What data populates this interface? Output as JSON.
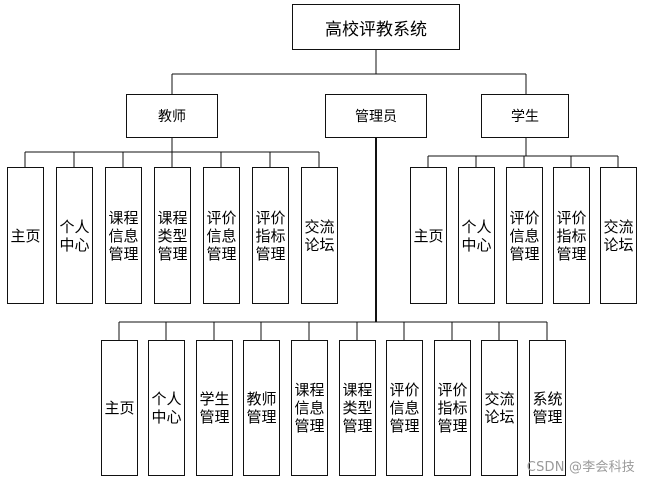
{
  "root": "高校评教系统",
  "roles": {
    "teacher": "教师",
    "admin": "管理员",
    "student": "学生"
  },
  "teacher_modules": [
    "主页",
    "个人中心",
    "课程信息管理",
    "课程类型管理",
    "评价信息管理",
    "评价指标管理",
    "交流论坛"
  ],
  "student_modules": [
    "主页",
    "个人中心",
    "评价信息管理",
    "评价指标管理",
    "交流论坛"
  ],
  "admin_modules": [
    "主页",
    "个人中心",
    "学生管理",
    "教师管理",
    "课程信息管理",
    "课程类型管理",
    "评价信息管理",
    "评价指标管理",
    "交流论坛",
    "系统管理"
  ],
  "watermark": "CSDN @李会科技"
}
